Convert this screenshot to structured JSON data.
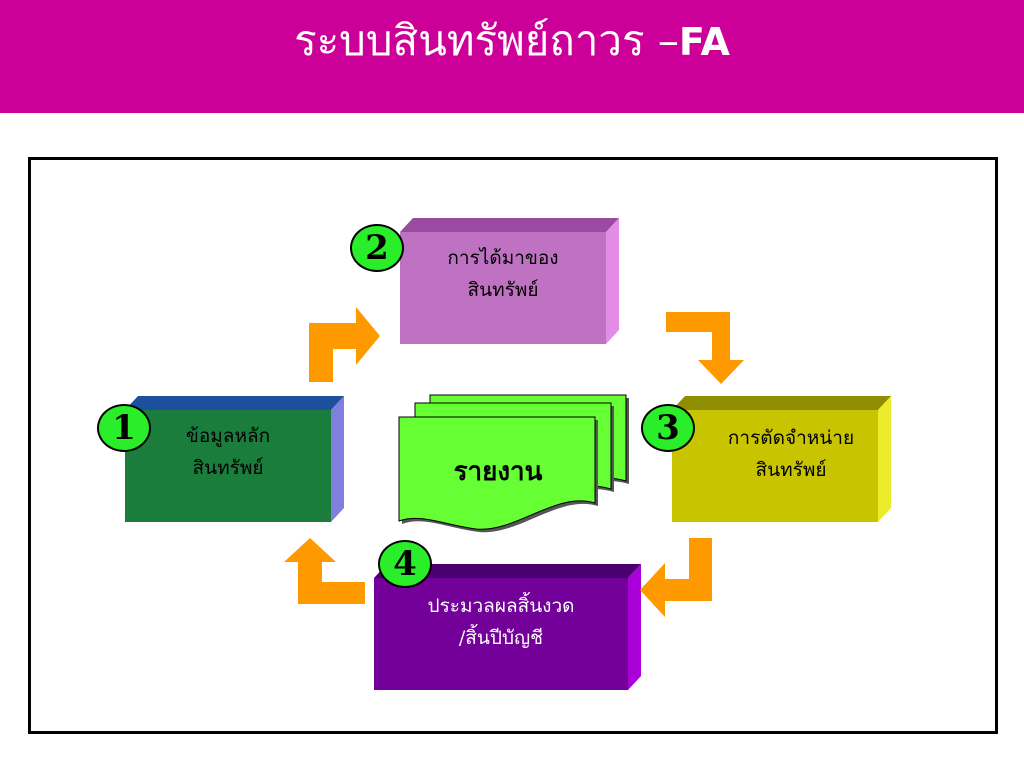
{
  "title": {
    "main": "ระบบสินทรัพย์ถาวร –",
    "suffix": "FA"
  },
  "steps": [
    {
      "number": "1",
      "line1": "ข้อมูลหลัก",
      "line2": "สินทรัพย์"
    },
    {
      "number": "2",
      "line1": "การได้มาของ",
      "line2": "สินทรัพย์"
    },
    {
      "number": "3",
      "line1": "การตัดจำหน่าย",
      "line2": "สินทรัพย์"
    },
    {
      "number": "4",
      "line1": "ประมวลผลสิ้นงวด",
      "line2": "/สิ้นปีบัญชี"
    }
  ],
  "report": {
    "label": "รายงาน"
  },
  "colors": {
    "header": "#cc0099",
    "step1": "#1a7d3c",
    "step2": "#c072c2",
    "step3": "#c8c400",
    "step4": "#720099",
    "arrows": "#ff9900",
    "report": "#66ff33",
    "badge": "#2aee2a"
  }
}
